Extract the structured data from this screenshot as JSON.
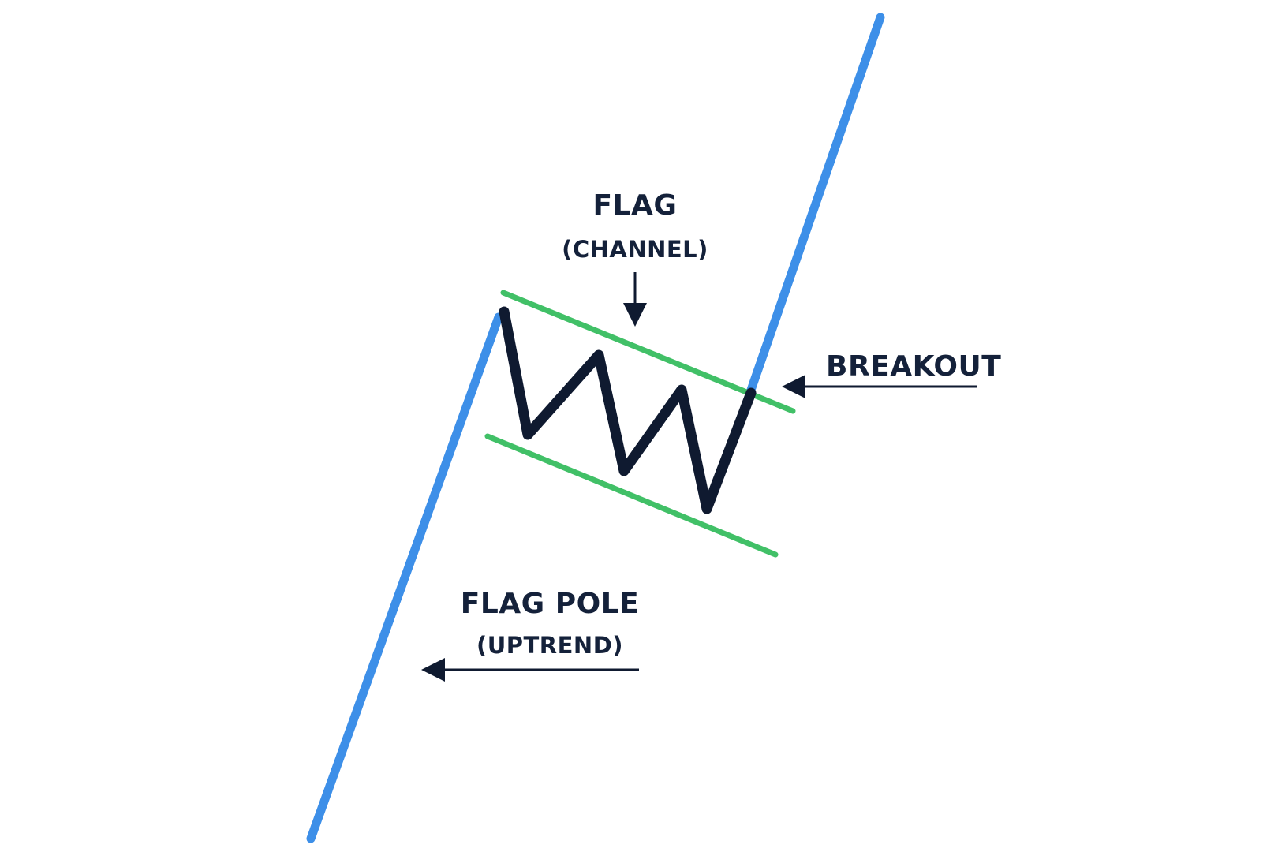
{
  "colors": {
    "pole": "#3d8fe8",
    "channel": "#41c067",
    "price": "#0f1a30",
    "text": "#14213a",
    "background": "#ffffff"
  },
  "labels": {
    "flag_title": "FLAG",
    "flag_subtitle": "(CHANNEL)",
    "breakout": "BREAKOUT",
    "pole_title": "FLAG POLE",
    "pole_subtitle": "(UPTREND)"
  }
}
